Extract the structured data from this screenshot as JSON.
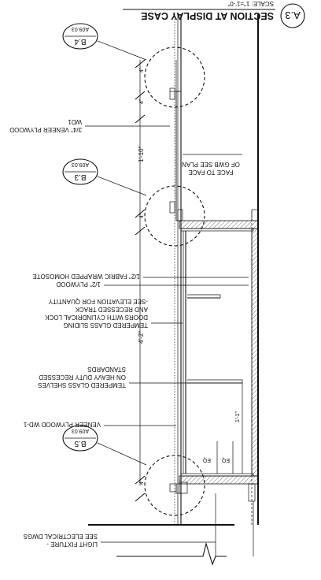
{
  "title": {
    "label": "SECTION AT DISPLAY CASE",
    "scale": "SCALE: 1\"=1'-0\"",
    "number": "A.3"
  },
  "callouts": [
    {
      "id": "B.4",
      "sheet": "A09.03"
    },
    {
      "id": "B.3",
      "sheet": "A09.03"
    },
    {
      "id": "B.5",
      "sheet": "A09.03"
    }
  ],
  "notes": {
    "veneer_top": [
      "3/4\" VENEER PLYWOOD",
      "WD1"
    ],
    "face_to_face": [
      "FACE TO FACE",
      "OF GWB SEE PLAN"
    ],
    "homosote": "1/2\" FABRIC WRAPPED HOMOSOTE",
    "plywood": "1/2\" PLYWOOD",
    "glass_doors": [
      "TEMPERED GLASS SLIDING",
      "DOORS WITH CYLINDRICAL LOCK",
      "AND RECESSED TRACK",
      "-SEE ELEVATION FOR QUANTITY"
    ],
    "glass_shelves": [
      "TEMPERED GLASS SHELVES",
      "ON HEAVY DUTY RECESSED",
      "STANDARDS"
    ],
    "veneer_bottom": "VENEER PLYWOOD WD-1",
    "light": [
      "LIGHT FIXTURE -",
      "SEE ELECTRICAL DWGS"
    ]
  },
  "dimensions": {
    "d4a": "4\"",
    "d4b": "4\"",
    "d1_10": "1'-10\"",
    "d4c": "4\"",
    "d4_2": "4'-2\"",
    "d1_1": "1'-1\"",
    "eq1": "EQ.",
    "eq2": "EQ.",
    "d4d": "4\""
  }
}
